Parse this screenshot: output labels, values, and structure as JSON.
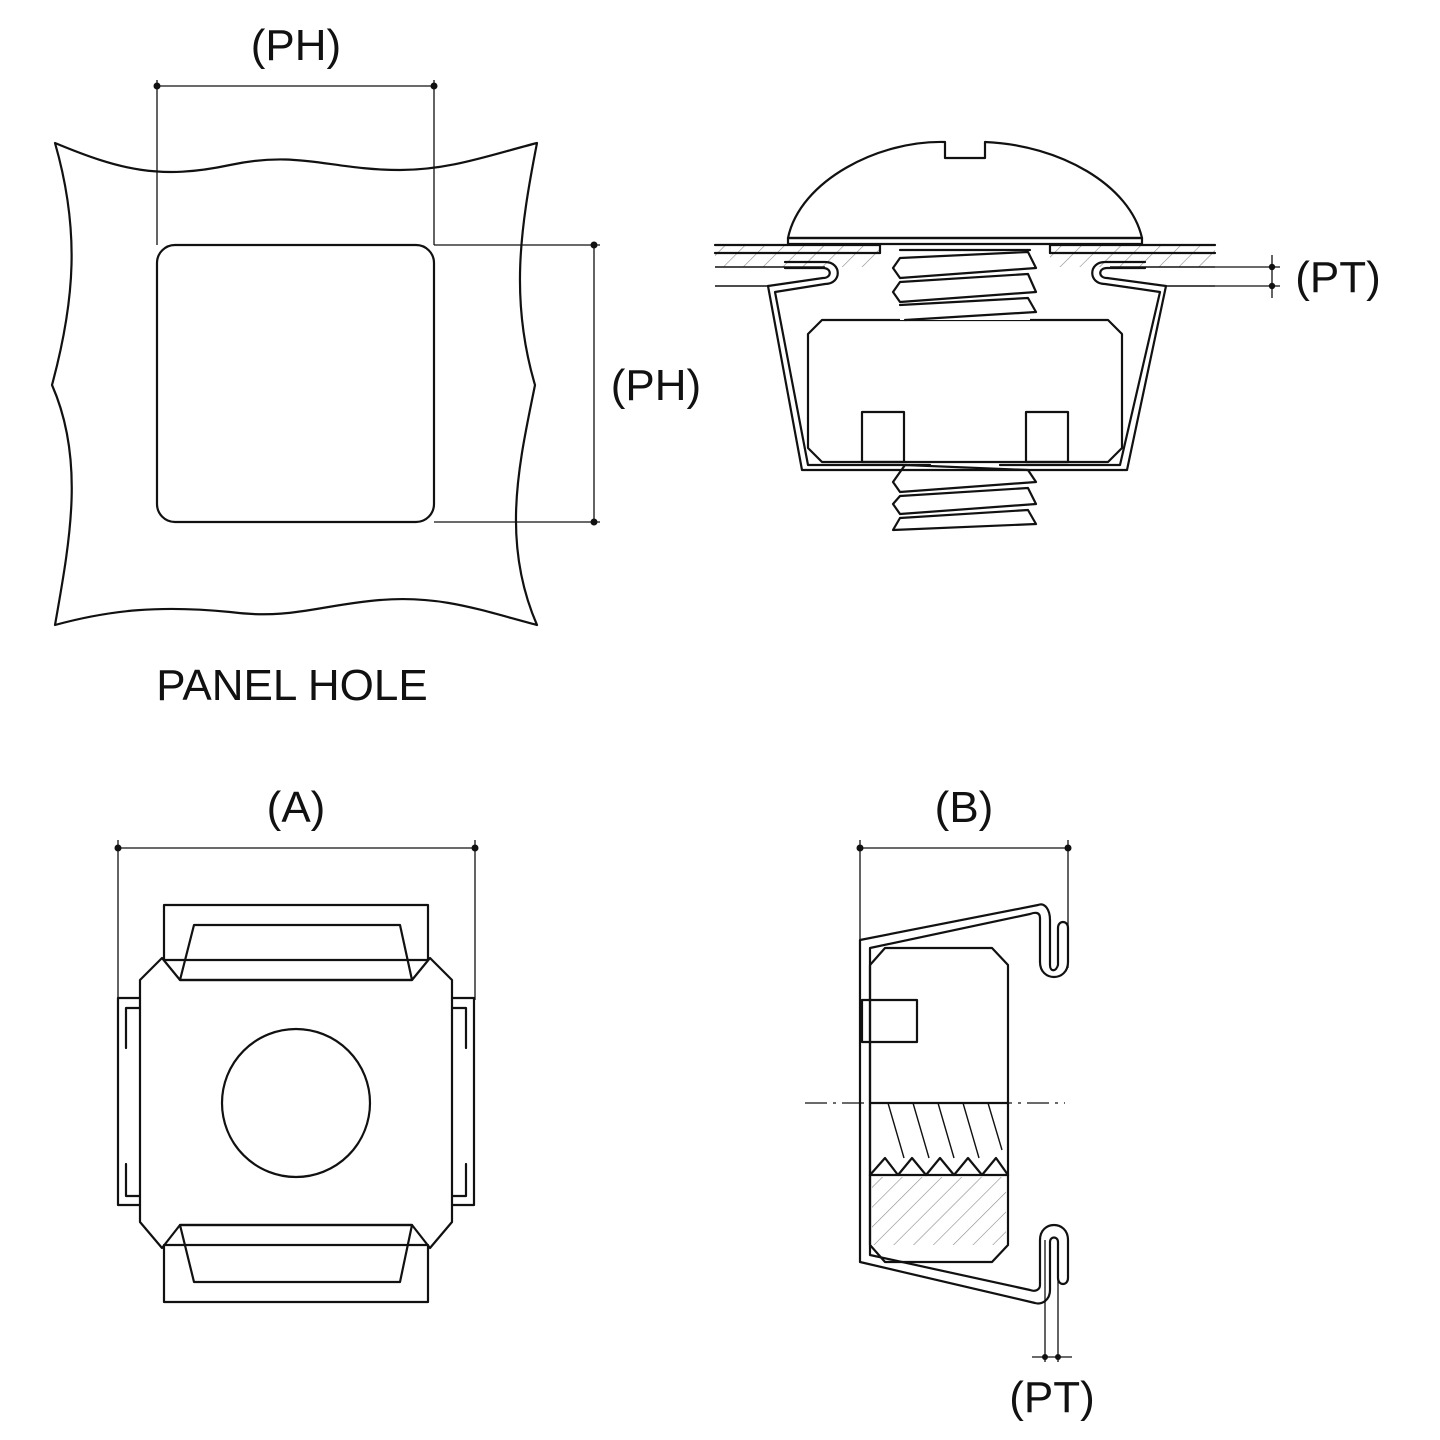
{
  "panel_hole": {
    "caption": "PANEL HOLE",
    "width_label": "(PH)",
    "height_label": "(PH)"
  },
  "assembly": {
    "thickness_label": "(PT)"
  },
  "view_a": {
    "label": "(A)"
  },
  "view_b": {
    "label": "(B)",
    "thickness_label": "(PT)"
  }
}
